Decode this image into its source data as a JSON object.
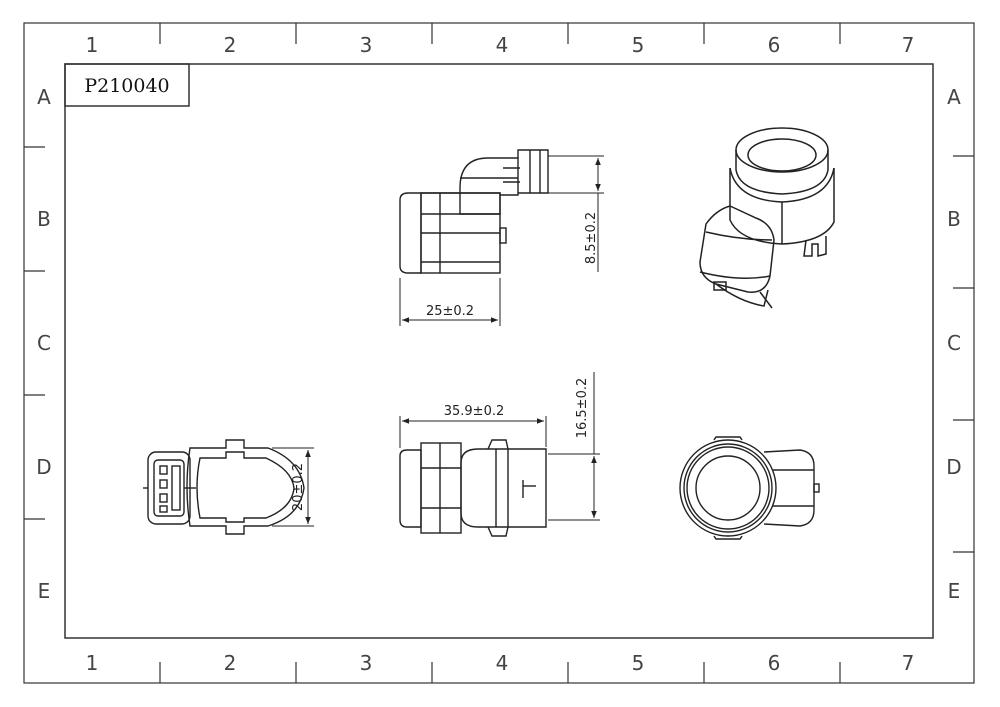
{
  "drawing": {
    "part_number": "P210040",
    "column_labels": [
      "1",
      "2",
      "3",
      "4",
      "5",
      "6",
      "7"
    ],
    "row_labels": [
      "A",
      "B",
      "C",
      "D",
      "E"
    ],
    "dimensions": {
      "top_height": "8.5±0.2",
      "top_width": "25±0.2",
      "front_width": "35.9±0.2",
      "front_height": "16.5±0.2",
      "connector_height": "20±0.2"
    }
  }
}
